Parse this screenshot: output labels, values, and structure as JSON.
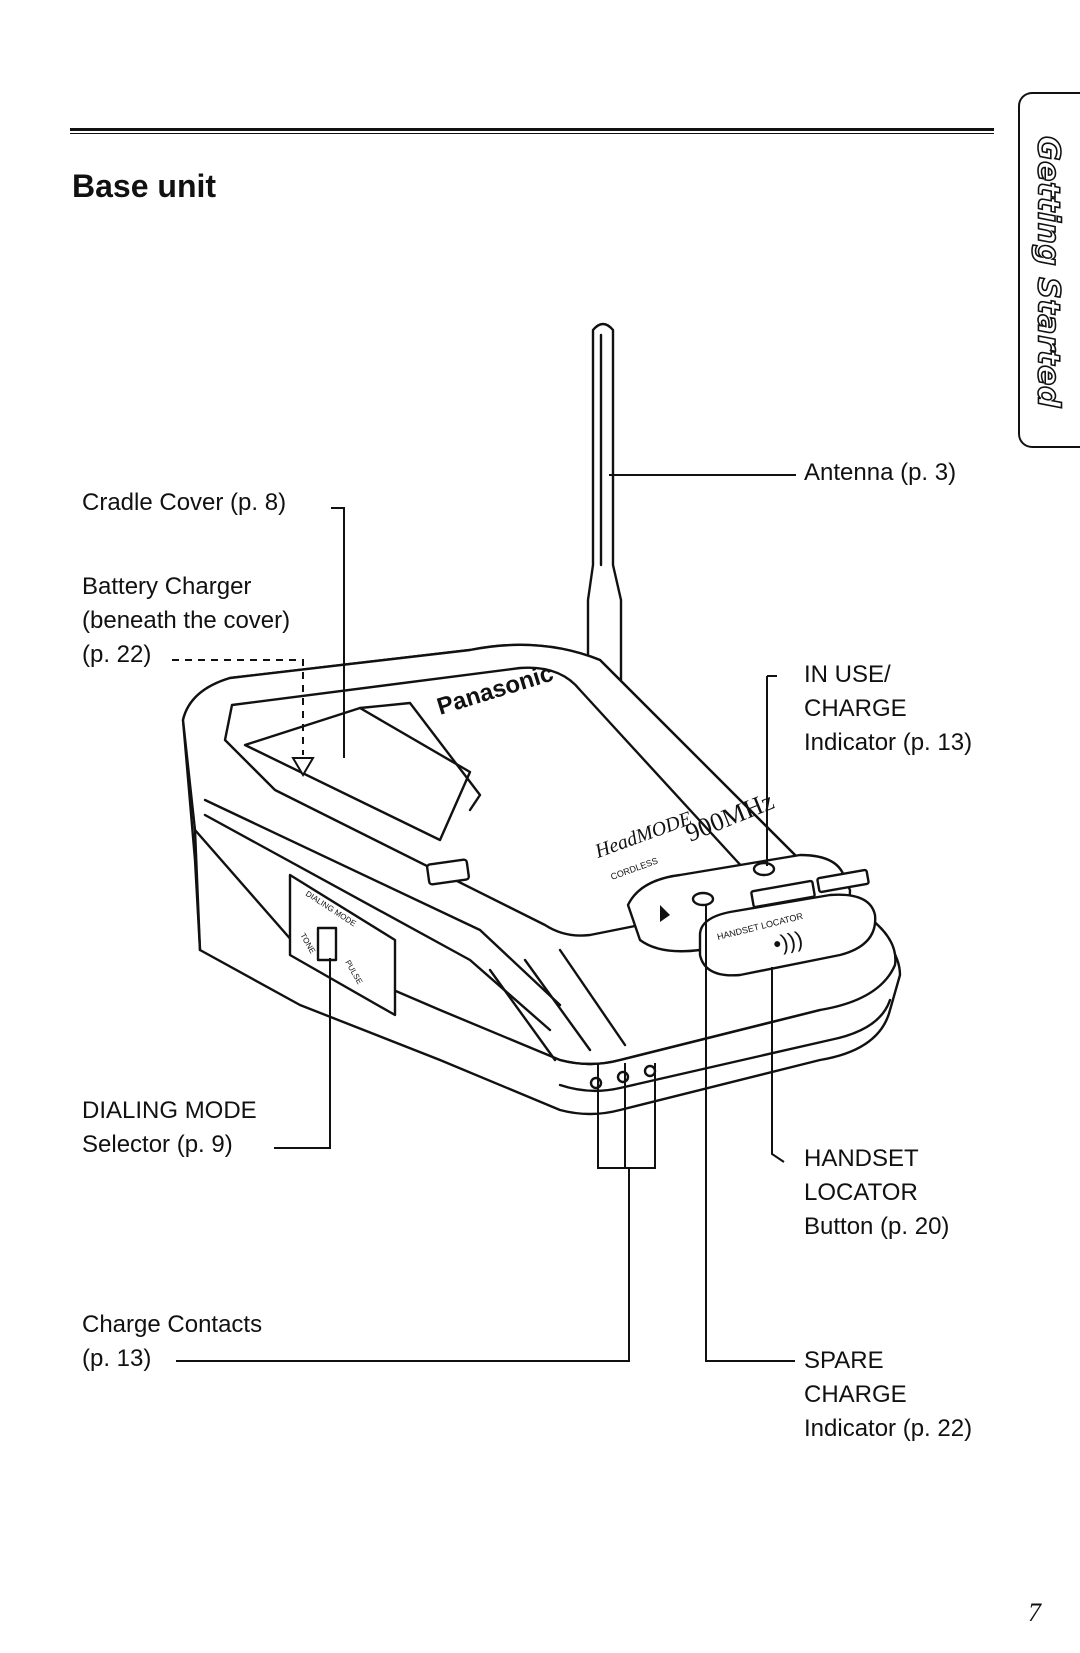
{
  "header": {
    "title": "Base unit"
  },
  "side_tab": {
    "label": "Getting Started"
  },
  "labels": {
    "cradle_cover": "Cradle Cover (p. 8)",
    "battery_charger": [
      "Battery Charger",
      "(beneath the cover)",
      "(p. 22)"
    ],
    "antenna": "Antenna (p. 3)",
    "in_use_charge": [
      "IN USE/",
      "CHARGE",
      "Indicator (p. 13)"
    ],
    "dialing_mode": [
      "DIALING MODE",
      "Selector (p. 9)"
    ],
    "handset_locator": [
      "HANDSET",
      "LOCATOR",
      "Button (p. 20)"
    ],
    "charge_contacts": [
      "Charge Contacts",
      "(p. 13)"
    ],
    "spare_charge": [
      "SPARE",
      "CHARGE",
      "Indicator (p. 22)"
    ]
  },
  "device_markings": {
    "brand": "Panasonic",
    "model_logo": "HeadMODE",
    "frequency": "900MHz",
    "cordless": "CORDLESS",
    "handset_locator_panel": "HANDSET LOCATOR",
    "dialing_mode_panel": "DIALING MODE",
    "tone": "TONE",
    "pulse": "PULSE"
  },
  "page": {
    "number": "7"
  }
}
